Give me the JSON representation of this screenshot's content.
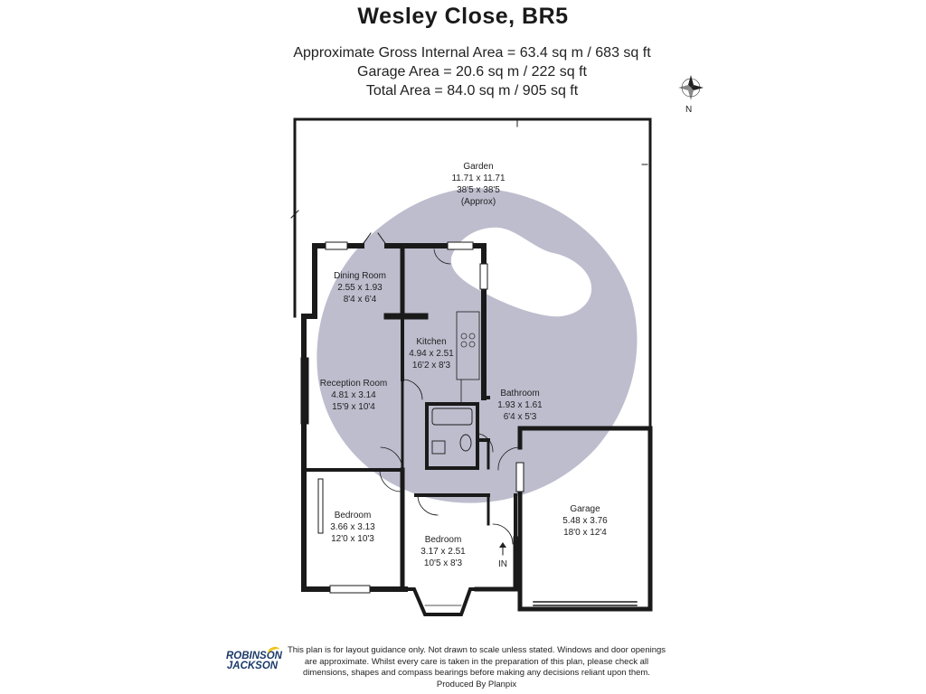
{
  "header": {
    "title": "Wesley Close, BR5",
    "area_lines": [
      "Approximate Gross Internal Area = 63.4 sq m / 683 sq ft",
      "Garage Area = 20.6 sq m / 222 sq ft",
      "Total Area = 84.0 sq m / 905 sq ft"
    ]
  },
  "compass": {
    "label": "N"
  },
  "rooms": {
    "garden": {
      "name": "Garden",
      "metric": "11.71 x 11.71",
      "imperial": "38'5 x 38'5",
      "note": "(Approx)"
    },
    "dining": {
      "name": "Dining Room",
      "metric": "2.55 x 1.93",
      "imperial": "8'4 x 6'4"
    },
    "kitchen": {
      "name": "Kitchen",
      "metric": "4.94 x 2.51",
      "imperial": "16'2 x 8'3"
    },
    "reception": {
      "name": "Reception Room",
      "metric": "4.81 x 3.14",
      "imperial": "15'9 x 10'4"
    },
    "bathroom": {
      "name": "Bathroom",
      "metric": "1.93 x 1.61",
      "imperial": "6'4 x 5'3"
    },
    "bedroom1": {
      "name": "Bedroom",
      "metric": "3.66 x 3.13",
      "imperial": "12'0 x 10'3"
    },
    "bedroom2": {
      "name": "Bedroom",
      "metric": "3.17 x 2.51",
      "imperial": "10'5 x 8'3"
    },
    "garage": {
      "name": "Garage",
      "metric": "5.48 x 3.76",
      "imperial": "18'0 x 12'4"
    }
  },
  "entrance_label": "IN",
  "footer": {
    "logo_top": "ROBINSON",
    "logo_bottom": "JACKSON",
    "disclaimer": [
      "This plan is for layout guidance only. Not drawn to scale unless stated. Windows and door openings",
      "are approximate. Whilst every care is taken in the preparation of this plan, please check all",
      "dimensions, shapes and compass bearings before making any decisions reliant upon them.",
      "Produced By Planpix"
    ]
  },
  "colors": {
    "wall": "#1a1a1a",
    "watermark": "#b9b9cb",
    "logo_blue": "#1b3a68",
    "logo_yellow": "#f0c419"
  }
}
